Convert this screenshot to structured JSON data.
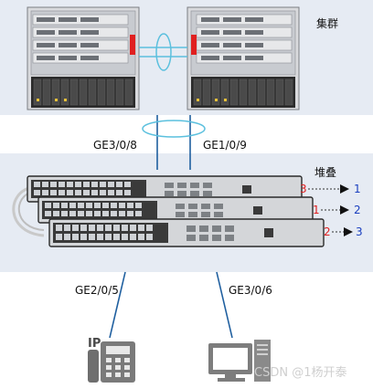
{
  "labels": {
    "cluster": "集群",
    "stack": "堆叠",
    "link_left_top": "GE3/0/8",
    "link_right_top": "GE1/0/9",
    "link_left_bottom": "GE2/0/5",
    "link_right_bottom": "GE3/0/6",
    "ip_phone_text": "IP",
    "watermark": "CSDN @1杨开泰"
  },
  "stack_renumber": [
    {
      "from": "3",
      "to": "1"
    },
    {
      "from": "1",
      "to": "2"
    },
    {
      "from": "2",
      "to": "3"
    }
  ],
  "colors": {
    "band_bg": "#e6ebf3",
    "link_blue": "#1f5f9f",
    "cable_cyan": "#5bc0de",
    "old_id_red": "#e02020",
    "new_id_blue": "#1a3fbf",
    "device_gray": "#9aa0a6",
    "chassis_dark": "#2b2b2b"
  },
  "icons": [
    "ip-phone-icon",
    "pc-icon"
  ]
}
